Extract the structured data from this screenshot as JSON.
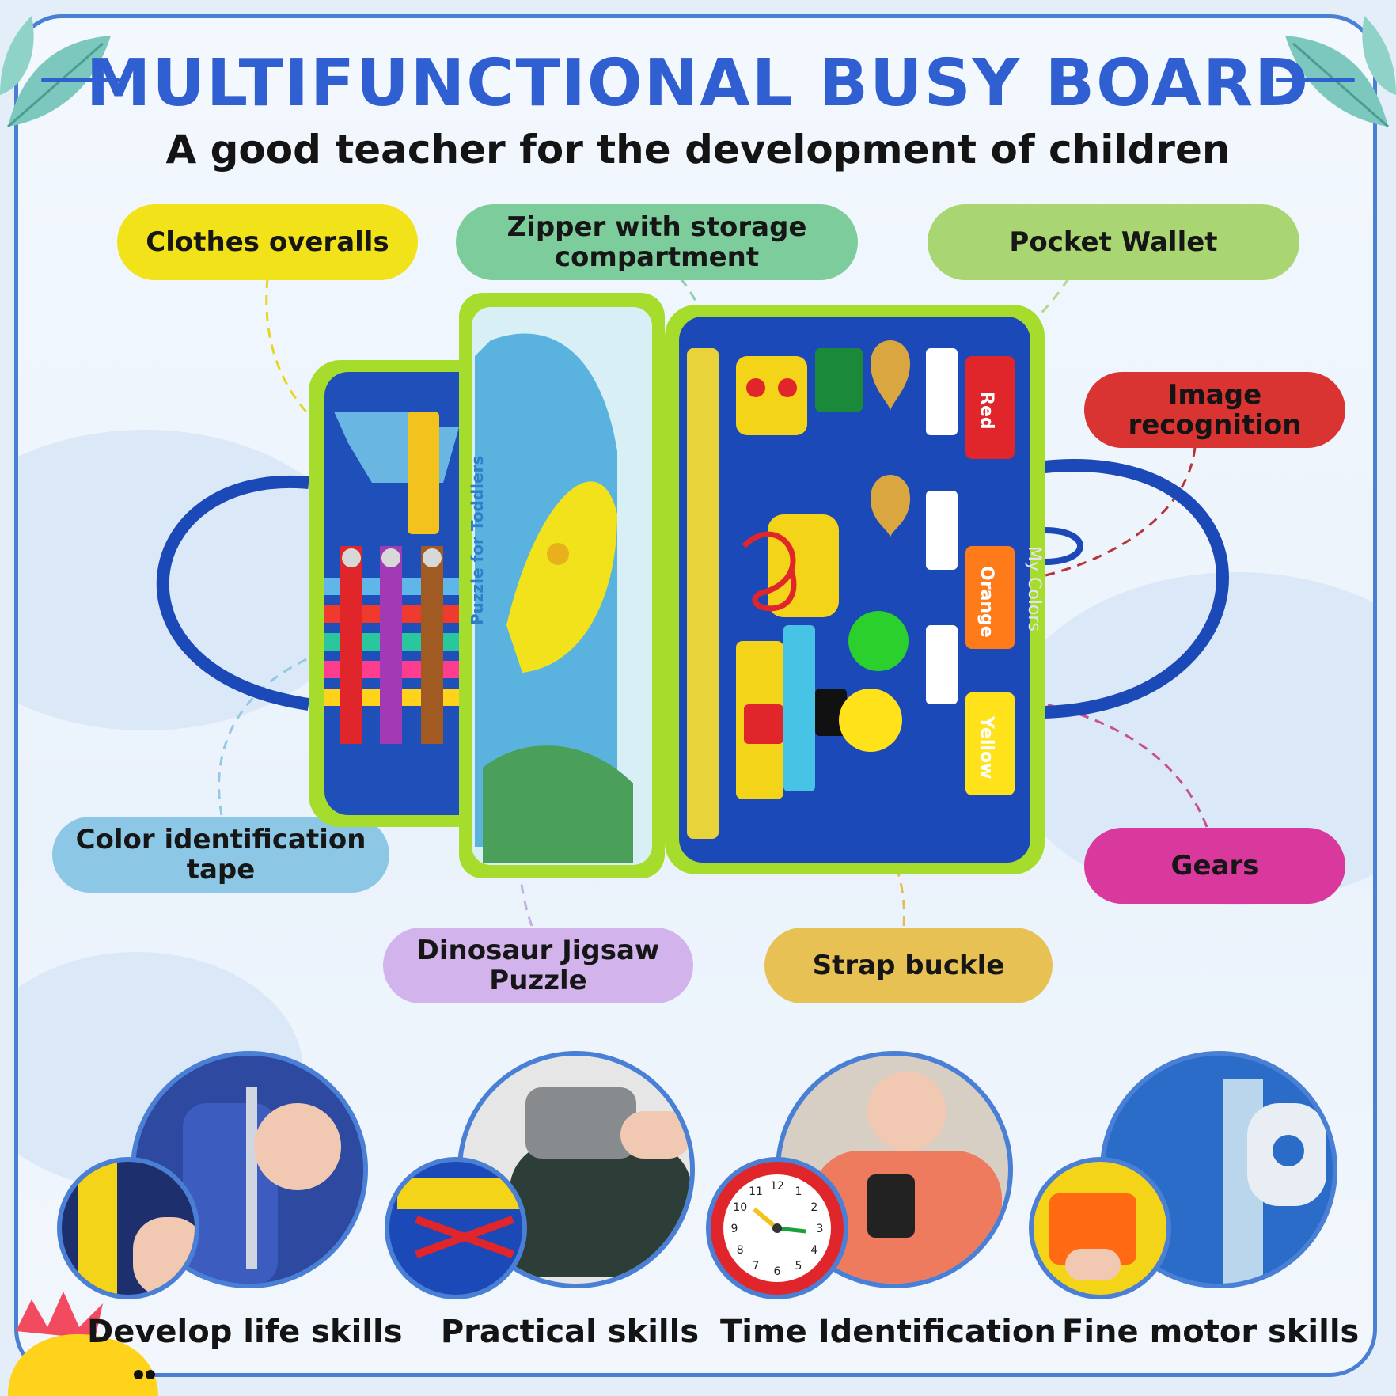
{
  "header": {
    "title": "MULTIFUNCTIONAL BUSY BOARD",
    "subtitle": "A good teacher for the development of children"
  },
  "features": [
    {
      "label": "Clothes overalls",
      "color": "#f2e21a"
    },
    {
      "label": "Zipper with storage compartment",
      "color": "#7dcd9c"
    },
    {
      "label": "Pocket Wallet",
      "color": "#a9d672"
    },
    {
      "label": "Image recognition",
      "color": "#d93431"
    },
    {
      "label": "Color identification tape",
      "color": "#8cc7e6"
    },
    {
      "label": "Gears",
      "color": "#d9389c"
    },
    {
      "label": "Dinosaur Jigsaw Puzzle",
      "color": "#d3b3ec"
    },
    {
      "label": "Strap buckle",
      "color": "#e8c155"
    }
  ],
  "board": {
    "puzzle_text": "Puzzle for Toddlers",
    "colors_title": "My Colors",
    "color_cards": [
      "Red",
      "Orange",
      "Yellow"
    ]
  },
  "skills": [
    {
      "label": "Develop life skills"
    },
    {
      "label": "Practical skills"
    },
    {
      "label": "Time Identification"
    },
    {
      "label": "Fine motor skills"
    }
  ],
  "clock": {
    "numbers": [
      "12",
      "1",
      "2",
      "3",
      "4",
      "5",
      "6",
      "7",
      "8",
      "9",
      "10",
      "11"
    ]
  },
  "theme": {
    "accent": "#2f5fd0",
    "board_blue": "#1b49b8",
    "trim_green": "#a6dd2c"
  }
}
